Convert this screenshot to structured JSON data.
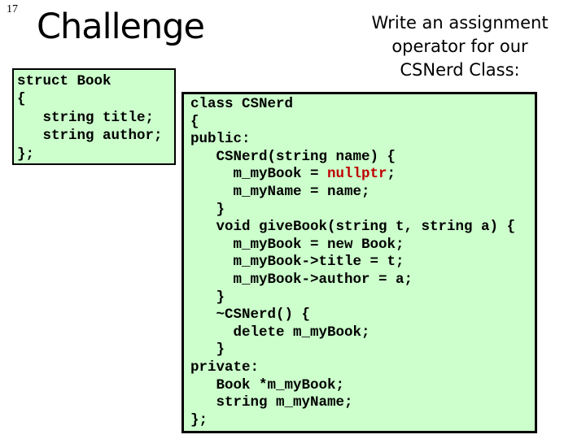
{
  "page_number": "17",
  "title": "Challenge",
  "prompt": {
    "lines": [
      "Write an assignment",
      "operator for our",
      "CSNerd Class:"
    ]
  },
  "struct_box": {
    "code": "struct Book\n{\n   string title;\n   string author;\n};"
  },
  "class_box": {
    "code_before": "class CSNerd\n{\npublic:\n   CSNerd(string name) {\n     m_myBook = ",
    "highlight_token": "nullptr",
    "code_after": ";\n     m_myName = name;\n   }\n   void giveBook(string t, string a) {\n     m_myBook = new Book;\n     m_myBook->title = t;\n     m_myBook->author = a;\n   }\n   ~CSNerd() {\n     delete m_myBook;\n   }\nprivate:\n   Book *m_myBook;\n   string m_myName;\n};"
  },
  "colors": {
    "code_box_background": "#ccffcc",
    "code_box_border": "#000000",
    "highlight_red": "#c00000",
    "text_black": "#000000"
  }
}
